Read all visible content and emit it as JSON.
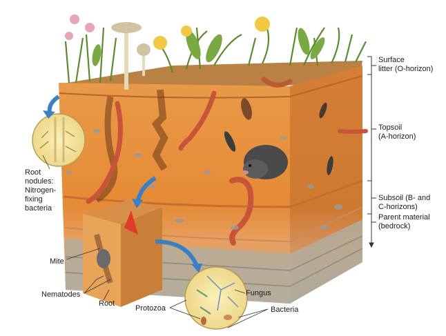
{
  "labels": {
    "surface_line1": "Surface",
    "surface_line2": "litter (O-horizon)",
    "topsoil_line1": "Topsoil",
    "topsoil_line2": "(A-horizon)",
    "subsoil_line1": "Subsoil (B- and",
    "subsoil_line2": "C-horizons)",
    "parent_line1": "Parent material",
    "parent_line2": "(bedrock)",
    "root_nodules_line1": "Root",
    "root_nodules_line2": "nodules:",
    "root_nodules_line3": "Nitrogen-",
    "root_nodules_line4": "fixing",
    "root_nodules_line5": "bacteria",
    "mite": "Mite",
    "nematodes": "Nematodes",
    "root": "Root",
    "protozoa": "Protozoa",
    "fungus": "Fungus",
    "bacteria": "Bacteria"
  },
  "colors": {
    "soil_front": "#e8923e",
    "soil_top": "#c98b45",
    "soil_side": "#d97c2f",
    "subsoil": "#e49a5a",
    "bedrock": "#a8a89a",
    "worm": "#c85a3a",
    "grass": "#6f9d3c",
    "arrow": "#3b7fc4",
    "bracket": "#333333"
  }
}
